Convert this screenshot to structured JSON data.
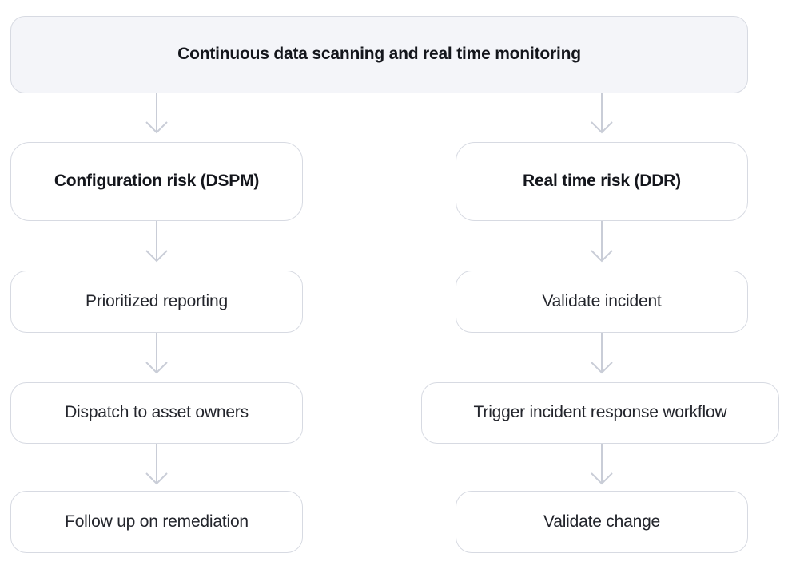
{
  "diagram": {
    "title_node": {
      "label": "Continuous data scanning and real time monitoring"
    },
    "columns": [
      {
        "header": "Configuration risk (DSPM)",
        "steps": [
          "Prioritized reporting",
          "Dispatch to asset owners",
          "Follow up on remediation"
        ]
      },
      {
        "header": "Real time risk (DDR)",
        "steps": [
          "Validate incident",
          "Trigger incident response workflow",
          "Validate change"
        ]
      }
    ],
    "colors": {
      "root_node_background": "#f4f5f9",
      "node_background": "#ffffff",
      "node_border": "#d7dae2",
      "arrow": "#c9cdd7",
      "header_text": "#14161c",
      "step_text": "#23252c"
    }
  }
}
